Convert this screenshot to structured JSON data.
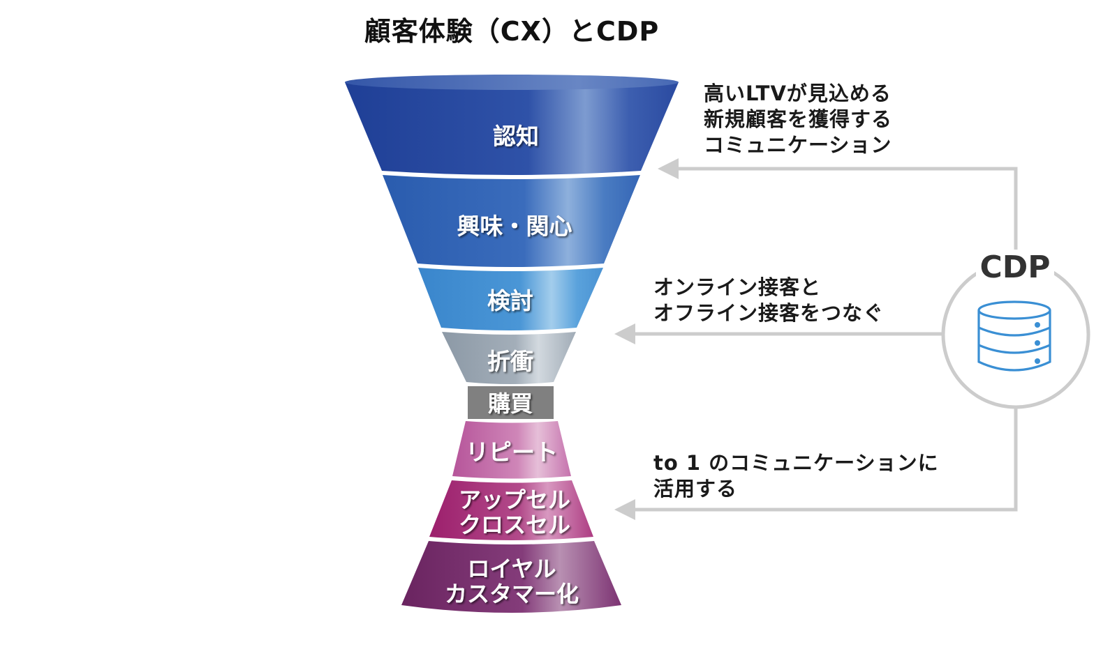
{
  "title": "顧客体験（CX）とCDP",
  "funnel": {
    "stages": [
      {
        "label": "認知",
        "color_dark": "#23449c",
        "color_light": "#5f82c8"
      },
      {
        "label": "興味・関心",
        "color_dark": "#2d63b4",
        "color_light": "#7fa6d8"
      },
      {
        "label": "検討",
        "color_dark": "#3f8bd1",
        "color_light": "#94c4e8"
      },
      {
        "label": "折衝",
        "color_dark": "#8e9ba8",
        "color_light": "#c4ccd4"
      },
      {
        "label": "購買",
        "color_dark": "#7a7a7a",
        "color_light": "#9a9a9a"
      },
      {
        "label": "リピート",
        "color_dark": "#b85898",
        "color_light": "#e1b3d1"
      },
      {
        "label": "アップセル",
        "label_line2": "クロスセル",
        "color_dark": "#a1236e",
        "color_light": "#cf7aaf"
      },
      {
        "label": "ロイヤル",
        "label_line2": "カスタマー化",
        "color_dark": "#6f2a66",
        "color_light": "#b07aa8"
      }
    ]
  },
  "annotations": [
    {
      "lines": [
        "高いLTVが見込める",
        "新規顧客を獲得する",
        "コミュニケーション"
      ]
    },
    {
      "lines": [
        "オンライン接客と",
        "オフライン接客をつなぐ"
      ]
    },
    {
      "lines": [
        "to 1 のコミュニケーションに",
        "活用する"
      ]
    }
  ],
  "cdp": {
    "label": "CDP",
    "icon": "database-icon",
    "icon_color": "#3a8fd4",
    "ring_color": "#cccccc"
  },
  "connector_color": "#cccccc"
}
